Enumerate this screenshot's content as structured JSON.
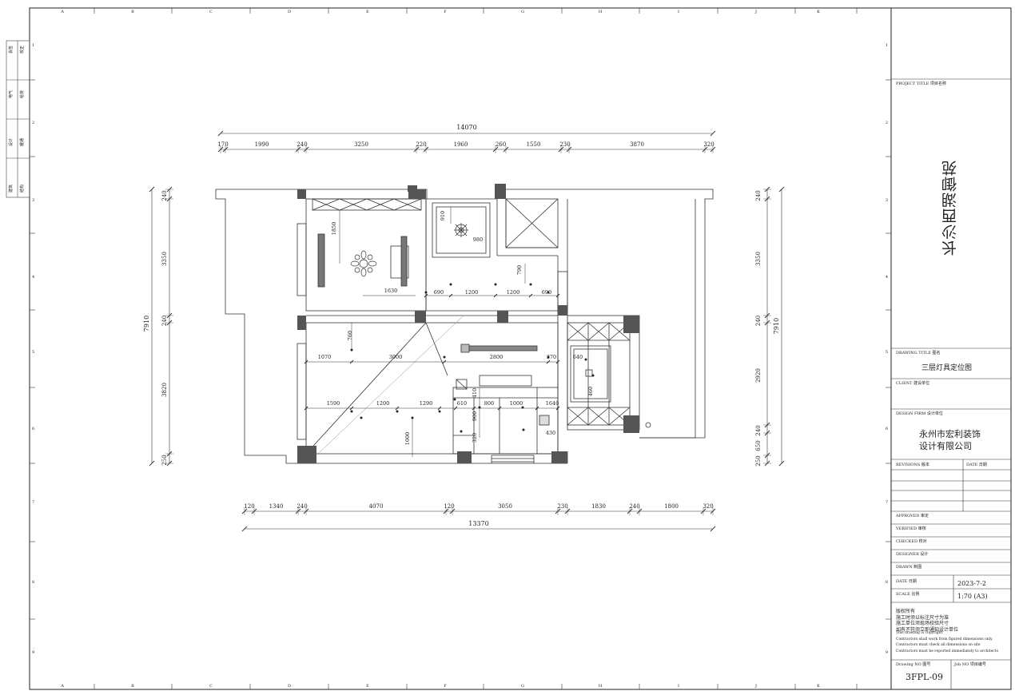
{
  "sheet": {
    "col_letters": [
      "A",
      "B",
      "C",
      "D",
      "E",
      "F",
      "G",
      "H",
      "I",
      "J",
      "K"
    ],
    "row_numbers": [
      "1",
      "2",
      "3",
      "4",
      "5",
      "6",
      "7",
      "8",
      "9"
    ]
  },
  "left_stamps": [
    "会签",
    "校正",
    "电气",
    "给排",
    "设计",
    "暖通",
    "建筑",
    "结构"
  ],
  "dims": {
    "top_total": "14070",
    "top_segments": [
      "170",
      "1990",
      "240",
      "3250",
      "220",
      "1960",
      "260",
      "1550",
      "230",
      "3870",
      "320"
    ],
    "bottom_total": "13370",
    "bottom_segments": [
      "120",
      "1340",
      "240",
      "4070",
      "120",
      "3050",
      "230",
      "1830",
      "240",
      "1800",
      "320"
    ],
    "left_total": "7910",
    "left_segments": [
      "240",
      "3350",
      "240",
      "3820",
      "250"
    ],
    "right_total": "7910",
    "right_segments": [
      "240",
      "3350",
      "240",
      "2920",
      "240",
      "650",
      "250"
    ],
    "interior": [
      "1850",
      "1630",
      "910",
      "980",
      "790",
      "690",
      "1200",
      "1200",
      "690",
      "760",
      "1070",
      "3000",
      "2800",
      "370",
      "640",
      "460",
      "1590",
      "1200",
      "1290",
      "610",
      "800",
      "1000",
      "1640",
      "410",
      "900",
      "320",
      "1000",
      "430"
    ]
  },
  "title_block": {
    "project_title_label": "PROJECT TITLE  项目名称",
    "project_name": "长沙西湖御苑",
    "drawing_title_label": "DRAWING TITLE  图名",
    "drawing_title": "三层灯具定位图",
    "client_label": "CLIENT  建设单位",
    "design_firm_label": "DESIGN FIRM  设计单位",
    "design_firm_line1": "永州市宏利装饰",
    "design_firm_line2": "设计有限公司",
    "revisions_label": "REVISIONS  版本",
    "date_col_label": "DATE  日期",
    "approved": "APPROVED       审定",
    "verified": "VERIFIED       审核",
    "checked": "CHECKED        校对",
    "designer": "DESIGNER       设计",
    "drawn": "DRAWN          制图",
    "date_label": "DATE           日期",
    "date_value": "2023-7-2",
    "scale_label": "SCALE          比例",
    "scale_value": "1:70  (A3)",
    "notes": [
      "版权所有",
      "施工时须以标注尺寸为准",
      "施工单位须现场校验尺寸",
      "如有不符须立即通知设计单位",
      "This drawing is copyright",
      "Contractors shall work from figured dimensions only",
      "Contractors must check all dimensions on site",
      "Contractors must be reported immediately to architects"
    ],
    "drawing_no_label": "Drawing NO  图号",
    "job_no_label": "Job NO  项目编号",
    "drawing_no": "3FPL-09"
  }
}
